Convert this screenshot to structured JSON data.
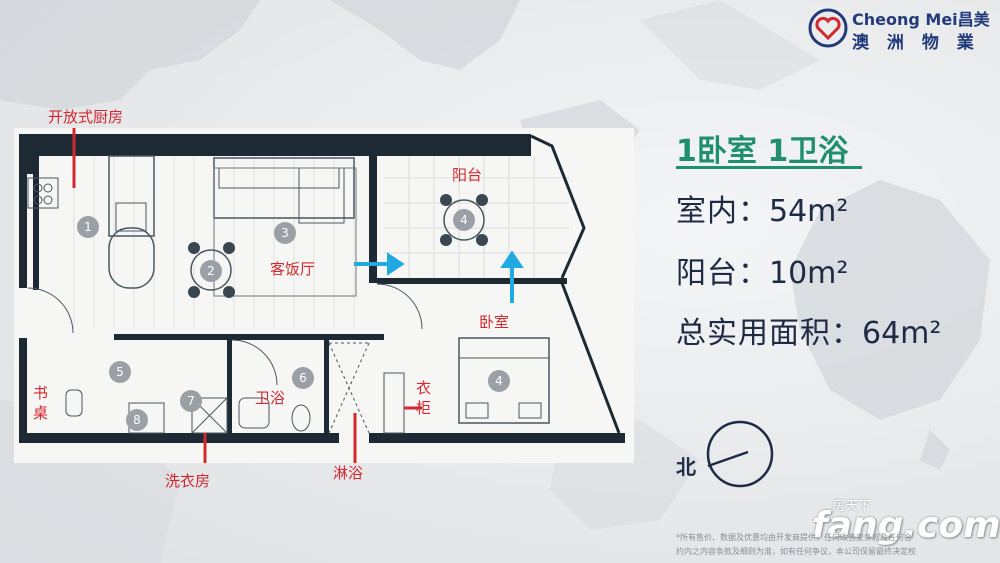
{
  "brand": {
    "name_en": "Cheong Mei",
    "name_cn_short": "昌美",
    "name_cn_full": "澳 洲 物 業",
    "color": "#233a7a",
    "logo_accent": "#d3282f"
  },
  "floorplan": {
    "labels": {
      "kitchen": "开放式厨房",
      "balcony": "阳台",
      "living_dining": "客饭厅",
      "bedroom": "卧室",
      "bathroom": "卫浴",
      "wardrobe": "衣柜",
      "desk": "书桌",
      "laundry": "洗衣房",
      "shower": "淋浴"
    },
    "room_numbers": [
      "1",
      "2",
      "3",
      "4",
      "4",
      "5",
      "6",
      "7",
      "8"
    ],
    "label_color": "#d3282f",
    "arrow_color": "#22a9e1"
  },
  "specs": {
    "title": "1卧室 1卫浴",
    "title_color": "#1f8f6e",
    "indoor_label": "室内：",
    "indoor_value": "54m²",
    "balcony_label": "阳台：",
    "balcony_value": "10m²",
    "total_label": "总实用面积：",
    "total_value": "64m²"
  },
  "compass": {
    "label": "北"
  },
  "disclaimer": {
    "line1": "*所有售价、数据及优惠均由开发商提供，任何改善变条款及任何合",
    "line2": "约内之内容条款及细则为准，如有任何争议，本公司保留最终决定权"
  },
  "watermark": {
    "text": "fang.com",
    "sub": "房天下"
  }
}
